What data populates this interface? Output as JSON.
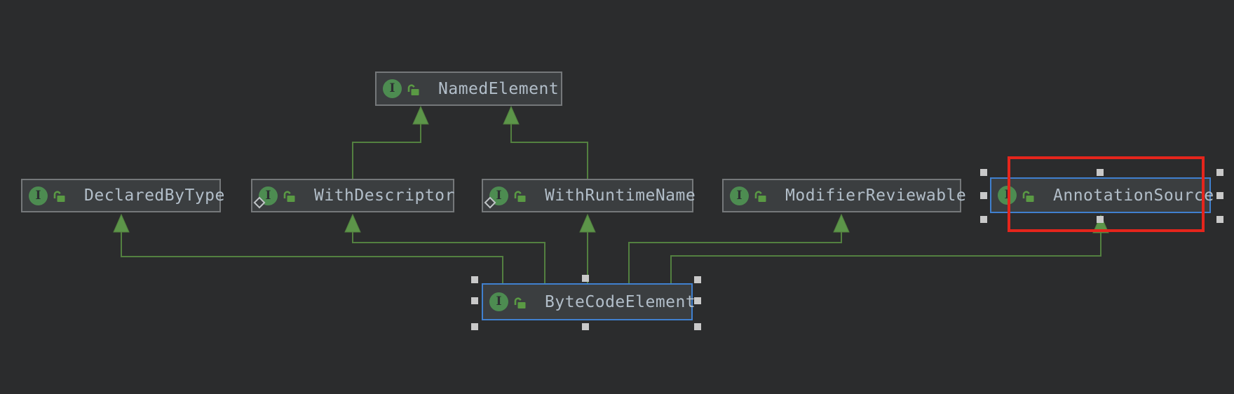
{
  "diagram": {
    "nodes": {
      "named_element": {
        "label": "NamedElement"
      },
      "declared_by_type": {
        "label": "DeclaredByType"
      },
      "with_descriptor": {
        "label": "WithDescriptor"
      },
      "with_runtime_name": {
        "label": "WithRuntimeName"
      },
      "modifier_reviewable": {
        "label": "ModifierReviewable"
      },
      "annotation_source": {
        "label": "AnnotationSource"
      },
      "byte_code_element": {
        "label": "ByteCodeElement"
      }
    },
    "icons": {
      "interface_letter": "I",
      "interface_icon_meaning": "interface",
      "lock_icon_meaning": "unlocked",
      "diamond_badge_meaning": "static-badge"
    },
    "selection": {
      "selected_nodes": [
        "byte_code_element",
        "annotation_source"
      ],
      "annotated_node": "annotation_source"
    },
    "colors": {
      "background": "#2b2c2d",
      "node_fill": "#3b3e40",
      "node_border": "#75787a",
      "label": "#b2bec9",
      "edge": "#538040",
      "arrow": "#5c9549",
      "interface_icon": "#4d8c51",
      "lock_icon": "#5a9a44",
      "selection": "#4080cf",
      "handle": "#c9c9c9",
      "annotation": "#e5251c"
    }
  }
}
